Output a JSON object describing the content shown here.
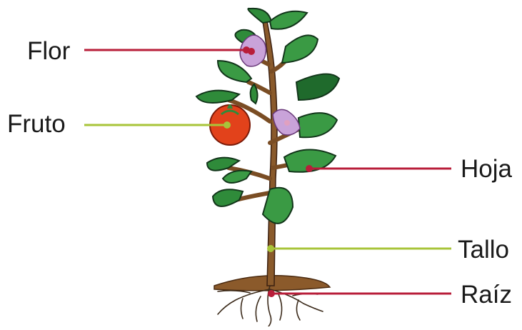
{
  "labels": {
    "flor": "Flor",
    "fruto": "Fruto",
    "hoja": "Hoja",
    "tallo": "Tallo",
    "raiz": "Raíz"
  },
  "colors": {
    "flor": "#b81e3a",
    "fruto": "#a8c43a",
    "hoja": "#b81e3a",
    "tallo": "#a8c43a",
    "raiz": "#b81e3a",
    "leaf": "#2f8b3a",
    "leaf_dark": "#1f5a27",
    "stem": "#8a5a2b",
    "flower": "#c9a3d9",
    "fruit": "#e2421b",
    "soil": "#8b5a2b"
  }
}
